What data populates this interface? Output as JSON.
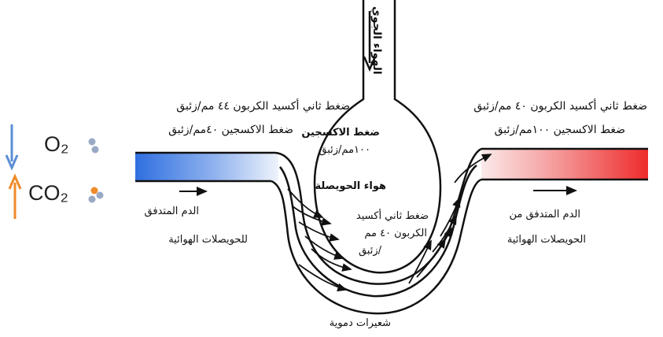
{
  "legend": {
    "o2_label": "O₂",
    "co2_label": "CO₂",
    "o2_arrow_color": "#5b8fd6",
    "co2_arrow_color": "#f08a2a",
    "o2_icon": "molecule-icon",
    "co2_icon": "molecule-icon"
  },
  "diagram": {
    "atmospheric_air": "الهواء الجوي",
    "left_co2": "ضغط ثاني أكسيد الكربون ٤٤ مم/زئبق",
    "left_o2": "ضغط الاكسجين ٤٠مم/زئبق",
    "right_co2": "ضغط ثاني أكسيد الكربون ٤٠ مم/زئبق",
    "right_o2": "ضغط الاكسجين ١٠٠مم/زئبق",
    "alv_o2_line1": "ضغط الاكسجين",
    "alv_o2_line2": "١٠٠مم/زئبق",
    "alveolus_air": "هواء الحويصلة",
    "alv_co2_line1": "ضغط ثاني أكسيد",
    "alv_co2_line2": "الكربون ٤٠ مم",
    "alv_co2_line3": "/زئبق",
    "left_flow_line1": "الدم المتدفق",
    "left_flow_line2": "للحويصلات الهوائية",
    "right_flow_line1": "الدم المتدفق من",
    "right_flow_line2": "الحويصلات الهوائية",
    "capillaries": "شعيرات دموية",
    "venous_color": "#2f6fe0",
    "arterial_color": "#ee2b2b"
  }
}
